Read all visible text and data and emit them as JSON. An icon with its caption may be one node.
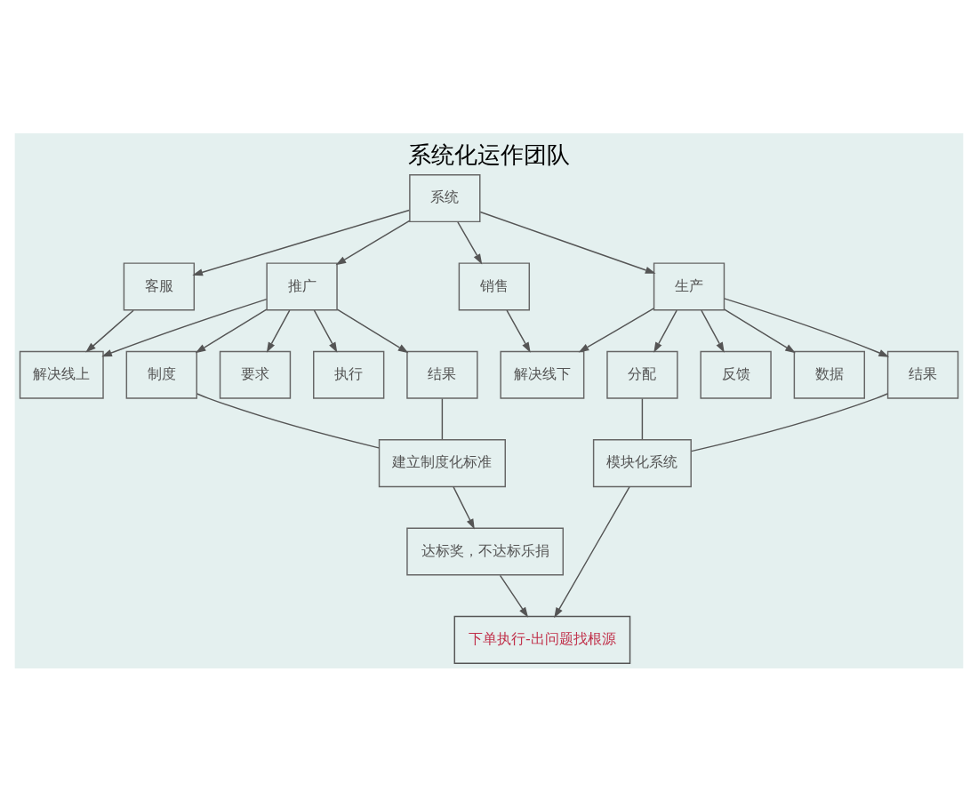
{
  "diagram": {
    "title": "系统化运作团队",
    "nodes": [
      {
        "text": [
          "系统"
        ]
      },
      {
        "text": [
          "推广"
        ]
      },
      {
        "text": [
          "客服"
        ]
      },
      {
        "text": [
          "销售"
        ]
      },
      {
        "text": [
          "生产"
        ]
      },
      {
        "text": [
          "解决线上"
        ]
      },
      {
        "text": [
          "解决线下"
        ]
      },
      {
        "text": [
          "制度"
        ]
      },
      {
        "text": [
          "要求"
        ]
      },
      {
        "text": [
          "执行"
        ]
      },
      {
        "text": [
          "结果"
        ]
      },
      {
        "text": [
          "分配"
        ]
      },
      {
        "text": [
          "反馈"
        ]
      },
      {
        "text": [
          "数据"
        ]
      },
      {
        "text": [
          "结果"
        ]
      },
      {
        "text": [
          "建立制度化标准"
        ]
      },
      {
        "text": [
          "模块化系统"
        ]
      },
      {
        "text": [
          "达标奖，不达标乐捐"
        ]
      },
      {
        "text": [
          "下单执行-出问题找根源"
        ]
      }
    ],
    "edges": [
      {
        "from": 0,
        "to": 1,
        "arrow": "to"
      },
      {
        "from": 0,
        "to": 2,
        "arrow": "to"
      },
      {
        "from": 0,
        "to": 3,
        "arrow": "to"
      },
      {
        "from": 0,
        "to": 4,
        "arrow": "to"
      },
      {
        "from": 1,
        "to": 5,
        "arrow": "to"
      },
      {
        "from": 2,
        "to": 5,
        "arrow": "to"
      },
      {
        "from": 3,
        "to": 6,
        "arrow": "to"
      },
      {
        "from": 4,
        "to": 6,
        "arrow": "to"
      },
      {
        "from": 1,
        "to": 7,
        "arrow": "to"
      },
      {
        "from": 1,
        "to": 8,
        "arrow": "to"
      },
      {
        "from": 1,
        "to": 9,
        "arrow": "to"
      },
      {
        "from": 1,
        "to": 10,
        "arrow": "to"
      },
      {
        "from": 4,
        "to": 11,
        "arrow": "to"
      },
      {
        "from": 4,
        "to": 12,
        "arrow": "to"
      },
      {
        "from": 4,
        "to": 13,
        "arrow": "to"
      },
      {
        "from": 4,
        "to": 14,
        "arrow": "to"
      },
      {
        "from": 7,
        "to": 15,
        "arrow": "none"
      },
      {
        "from": 10,
        "to": 15,
        "arrow": "none"
      },
      {
        "from": 11,
        "to": 16,
        "arrow": "none"
      },
      {
        "from": 14,
        "to": 16,
        "arrow": "none"
      },
      {
        "from": 15,
        "to": 17,
        "arrow": "to"
      },
      {
        "from": 17,
        "to": 18,
        "arrow": "to"
      },
      {
        "from": 16,
        "to": 18,
        "arrow": "to"
      }
    ]
  }
}
